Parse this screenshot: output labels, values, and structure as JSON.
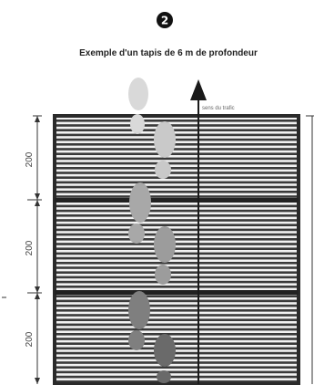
{
  "header": {
    "badge_number": "2",
    "title": "Exemple d'un tapis de 6 m de profondeur"
  },
  "diagram": {
    "direction_label": "sens du trafic",
    "sections": [
      {
        "label": "200"
      },
      {
        "label": "200"
      },
      {
        "label": "200"
      }
    ],
    "colors": {
      "frame": "#2a2a2a",
      "slat_dark": "#3a3a3a",
      "slat_light": "#f2f2f2",
      "arrow": "#1a1a1a",
      "badge": "#111111"
    },
    "icons": [
      "footprint-icon",
      "arrow-up-icon",
      "circled-number-icon"
    ]
  }
}
